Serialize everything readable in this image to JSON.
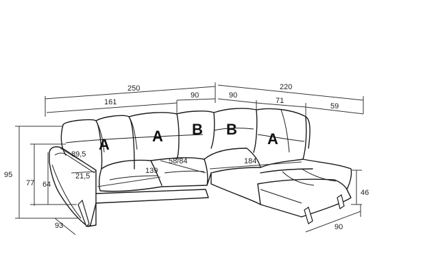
{
  "dimensions": {
    "total_left": "250",
    "total_right": "220",
    "left_section": "161",
    "corner_left": "90",
    "corner_right": "90",
    "right_mid": "71",
    "right_end": "59",
    "height_total": "95",
    "height_back": "77",
    "height_arm": "64",
    "depth_left": "93",
    "depth_right": "90",
    "seat_height": "46",
    "seat_depth": "89,5",
    "arm_width": "21,5",
    "seat_width_left": "139",
    "seat_depth_corner": "58/84",
    "seat_width_right": "184"
  },
  "seats": [
    "A",
    "A",
    "B",
    "B",
    "A"
  ]
}
